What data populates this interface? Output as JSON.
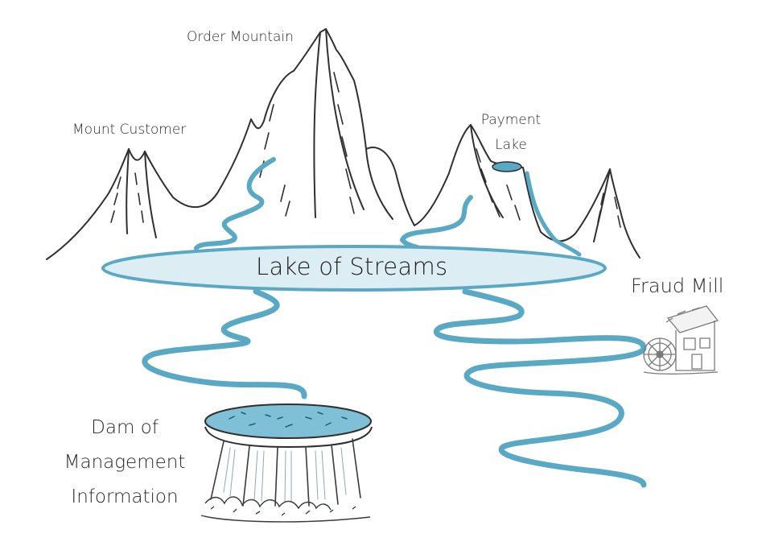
{
  "labels": {
    "order_mountain": "Order Mountain",
    "mount_customer": "Mount Customer",
    "payment_lake": [
      "Payment",
      "Lake"
    ],
    "lake_of_streams": "Lake of Streams",
    "fraud_mill": "Fraud Mill",
    "dam": [
      "Dam of",
      "Management",
      "Information"
    ]
  },
  "colors": {
    "water": "#5aa9c4",
    "water_light": "#dcedf3",
    "ink": "#2a2a2a"
  }
}
